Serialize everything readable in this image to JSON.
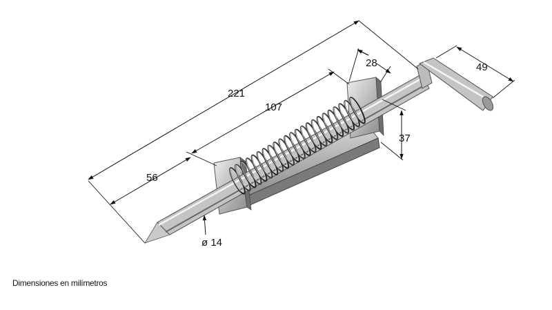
{
  "dimensions": {
    "total_length": "221",
    "spring_length": "107",
    "pin_exposed_length": "56",
    "plate_width": "28",
    "hook_length": "49",
    "plate_height": "37",
    "pin_diameter": "ø 14"
  },
  "caption": "Dimensiones en milímetros",
  "colors": {
    "metal_light": "#e4e4e4",
    "metal_mid": "#a8a8a8",
    "metal_dark": "#5a5a5a",
    "line": "#111111",
    "background": "#ffffff"
  }
}
